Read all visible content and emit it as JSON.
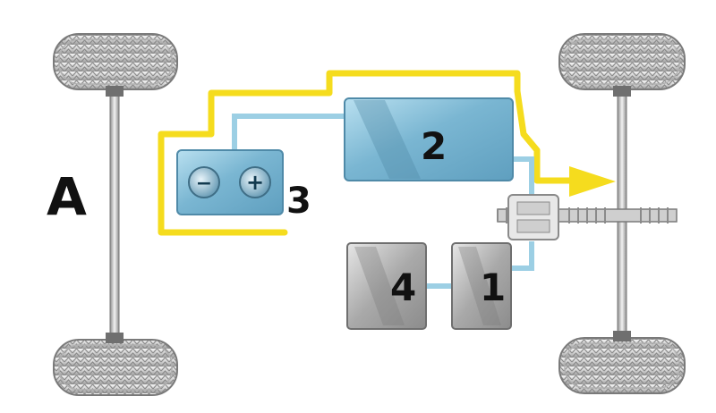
{
  "diagram": {
    "title_letter": "A",
    "components": [
      {
        "id": "battery",
        "label": "3",
        "terminals": [
          "−",
          "+"
        ],
        "color": "#8fc5dd"
      },
      {
        "id": "unit-2",
        "label": "2",
        "color": "#7fb9d4"
      },
      {
        "id": "unit-1",
        "label": "1",
        "color": "#b8b8b8"
      },
      {
        "id": "unit-4",
        "label": "4",
        "color": "#b8b8b8"
      }
    ],
    "energy_flow_color": "#f5dc1e",
    "connector_color": "#9ccfe4"
  }
}
